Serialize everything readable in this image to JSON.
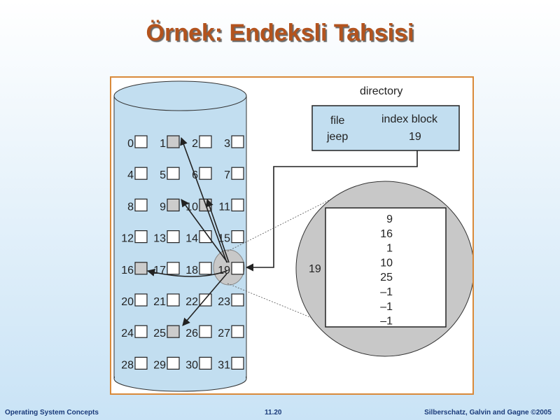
{
  "slide": {
    "title": "Örnek: Endeksli Tahsisi"
  },
  "diagram": {
    "directory_label": "directory",
    "dir_col_file": "file",
    "dir_col_index": "index block",
    "dir_file_name": "jeep",
    "dir_index_value": "19",
    "zoom_block_label": "19",
    "index_entries": [
      "9",
      "16",
      "1",
      "10",
      "25",
      "–1",
      "–1",
      "–1"
    ],
    "disk_blocks": [
      {
        "n": "0",
        "used": false
      },
      {
        "n": "1",
        "used": true
      },
      {
        "n": "2",
        "used": false
      },
      {
        "n": "3",
        "used": false
      },
      {
        "n": "4",
        "used": false
      },
      {
        "n": "5",
        "used": false
      },
      {
        "n": "6",
        "used": false
      },
      {
        "n": "7",
        "used": false
      },
      {
        "n": "8",
        "used": false
      },
      {
        "n": "9",
        "used": true
      },
      {
        "n": "10",
        "used": true
      },
      {
        "n": "11",
        "used": false
      },
      {
        "n": "12",
        "used": false
      },
      {
        "n": "13",
        "used": false
      },
      {
        "n": "14",
        "used": false
      },
      {
        "n": "15",
        "used": false
      },
      {
        "n": "16",
        "used": true
      },
      {
        "n": "17",
        "used": false
      },
      {
        "n": "18",
        "used": false
      },
      {
        "n": "19",
        "used": false
      },
      {
        "n": "20",
        "used": false
      },
      {
        "n": "21",
        "used": false
      },
      {
        "n": "22",
        "used": false
      },
      {
        "n": "23",
        "used": false
      },
      {
        "n": "24",
        "used": false
      },
      {
        "n": "25",
        "used": true
      },
      {
        "n": "26",
        "used": false
      },
      {
        "n": "27",
        "used": false
      },
      {
        "n": "28",
        "used": false
      },
      {
        "n": "29",
        "used": false
      },
      {
        "n": "30",
        "used": false
      },
      {
        "n": "31",
        "used": false
      }
    ],
    "colors": {
      "cylinder": "#c2def0",
      "used_block": "#cccccc",
      "zoom_circle": "#c8c8c8",
      "directory_box": "#c2def0"
    }
  },
  "footer": {
    "left": "Operating System Concepts",
    "center": "11.20",
    "right": "Silberschatz, Galvin and Gagne ©2005"
  }
}
